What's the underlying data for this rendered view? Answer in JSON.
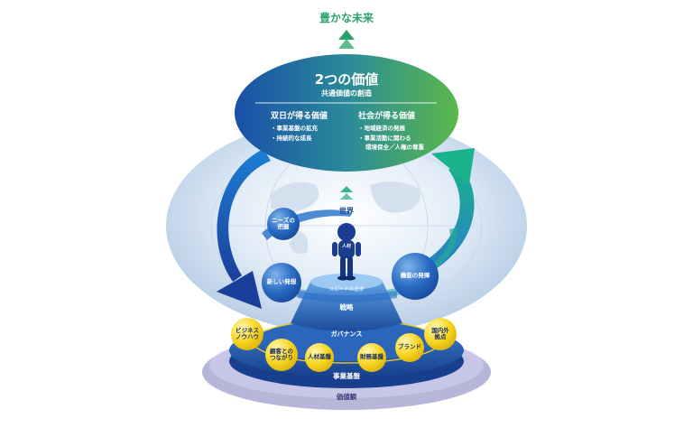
{
  "top_goal": "豊かな未来",
  "value_title": "2つの価値",
  "value_subtitle": "共通価値の創造",
  "left_header": "双日が得る価値",
  "left_items": [
    "・事業基盤の拡充",
    "・持続的な成長"
  ],
  "right_header": "社会が得る価値",
  "right_items": [
    "・地域経済の発展",
    "・事業活動に関わる",
    "環境保全／人権の尊重"
  ],
  "world": "世界",
  "needs": [
    "ニーズの",
    "把握"
  ],
  "new_idea": "新しい発想",
  "function": "機能の発揮",
  "speed": "スピードの追求",
  "strategy": "戦略",
  "governance": "ガバナンス",
  "business_base": "事業基盤",
  "values_base": "価値観",
  "person_badge": "人材",
  "gold_balls": {
    "business_knowhow": [
      "ビジネス",
      "ノウハウ"
    ],
    "customer_ties": [
      "顧客との",
      "つながり"
    ],
    "hr_base": [
      "人材基盤"
    ],
    "finance_base": [
      "財務基盤"
    ],
    "brand": [
      "ブランド"
    ],
    "global_bases": [
      "国内外",
      "拠点"
    ]
  },
  "colors": {
    "goal_green": "#2aa36b",
    "ellipse_blue": "#1f5fb8",
    "ellipse_green": "#4cae4c",
    "arrow_blue": "#1e7ad0",
    "arrow_teal": "#1aa693",
    "base_purple": "#b7b6d9",
    "disc_blue": "#2d69c0",
    "gold": "#f6d21a"
  }
}
